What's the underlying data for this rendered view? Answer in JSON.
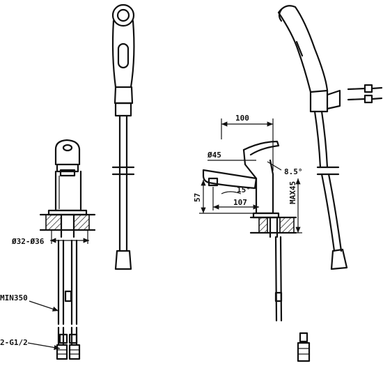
{
  "dimensions": {
    "width_top": "100",
    "spout_dia": "Ø45",
    "tilt_angle": "8.5°",
    "spout_angle": "15°",
    "spout_height": "57",
    "reach": "107",
    "max_thickness": "MAX45",
    "hole_dia": "Ø32-Ø36",
    "hose_min": "MIN350",
    "thread": "2-G1/2"
  },
  "icon_names": [
    "faucet-front-view",
    "faucet-side-view",
    "hand-shower-front",
    "hand-shower-side",
    "mounting-screws"
  ]
}
